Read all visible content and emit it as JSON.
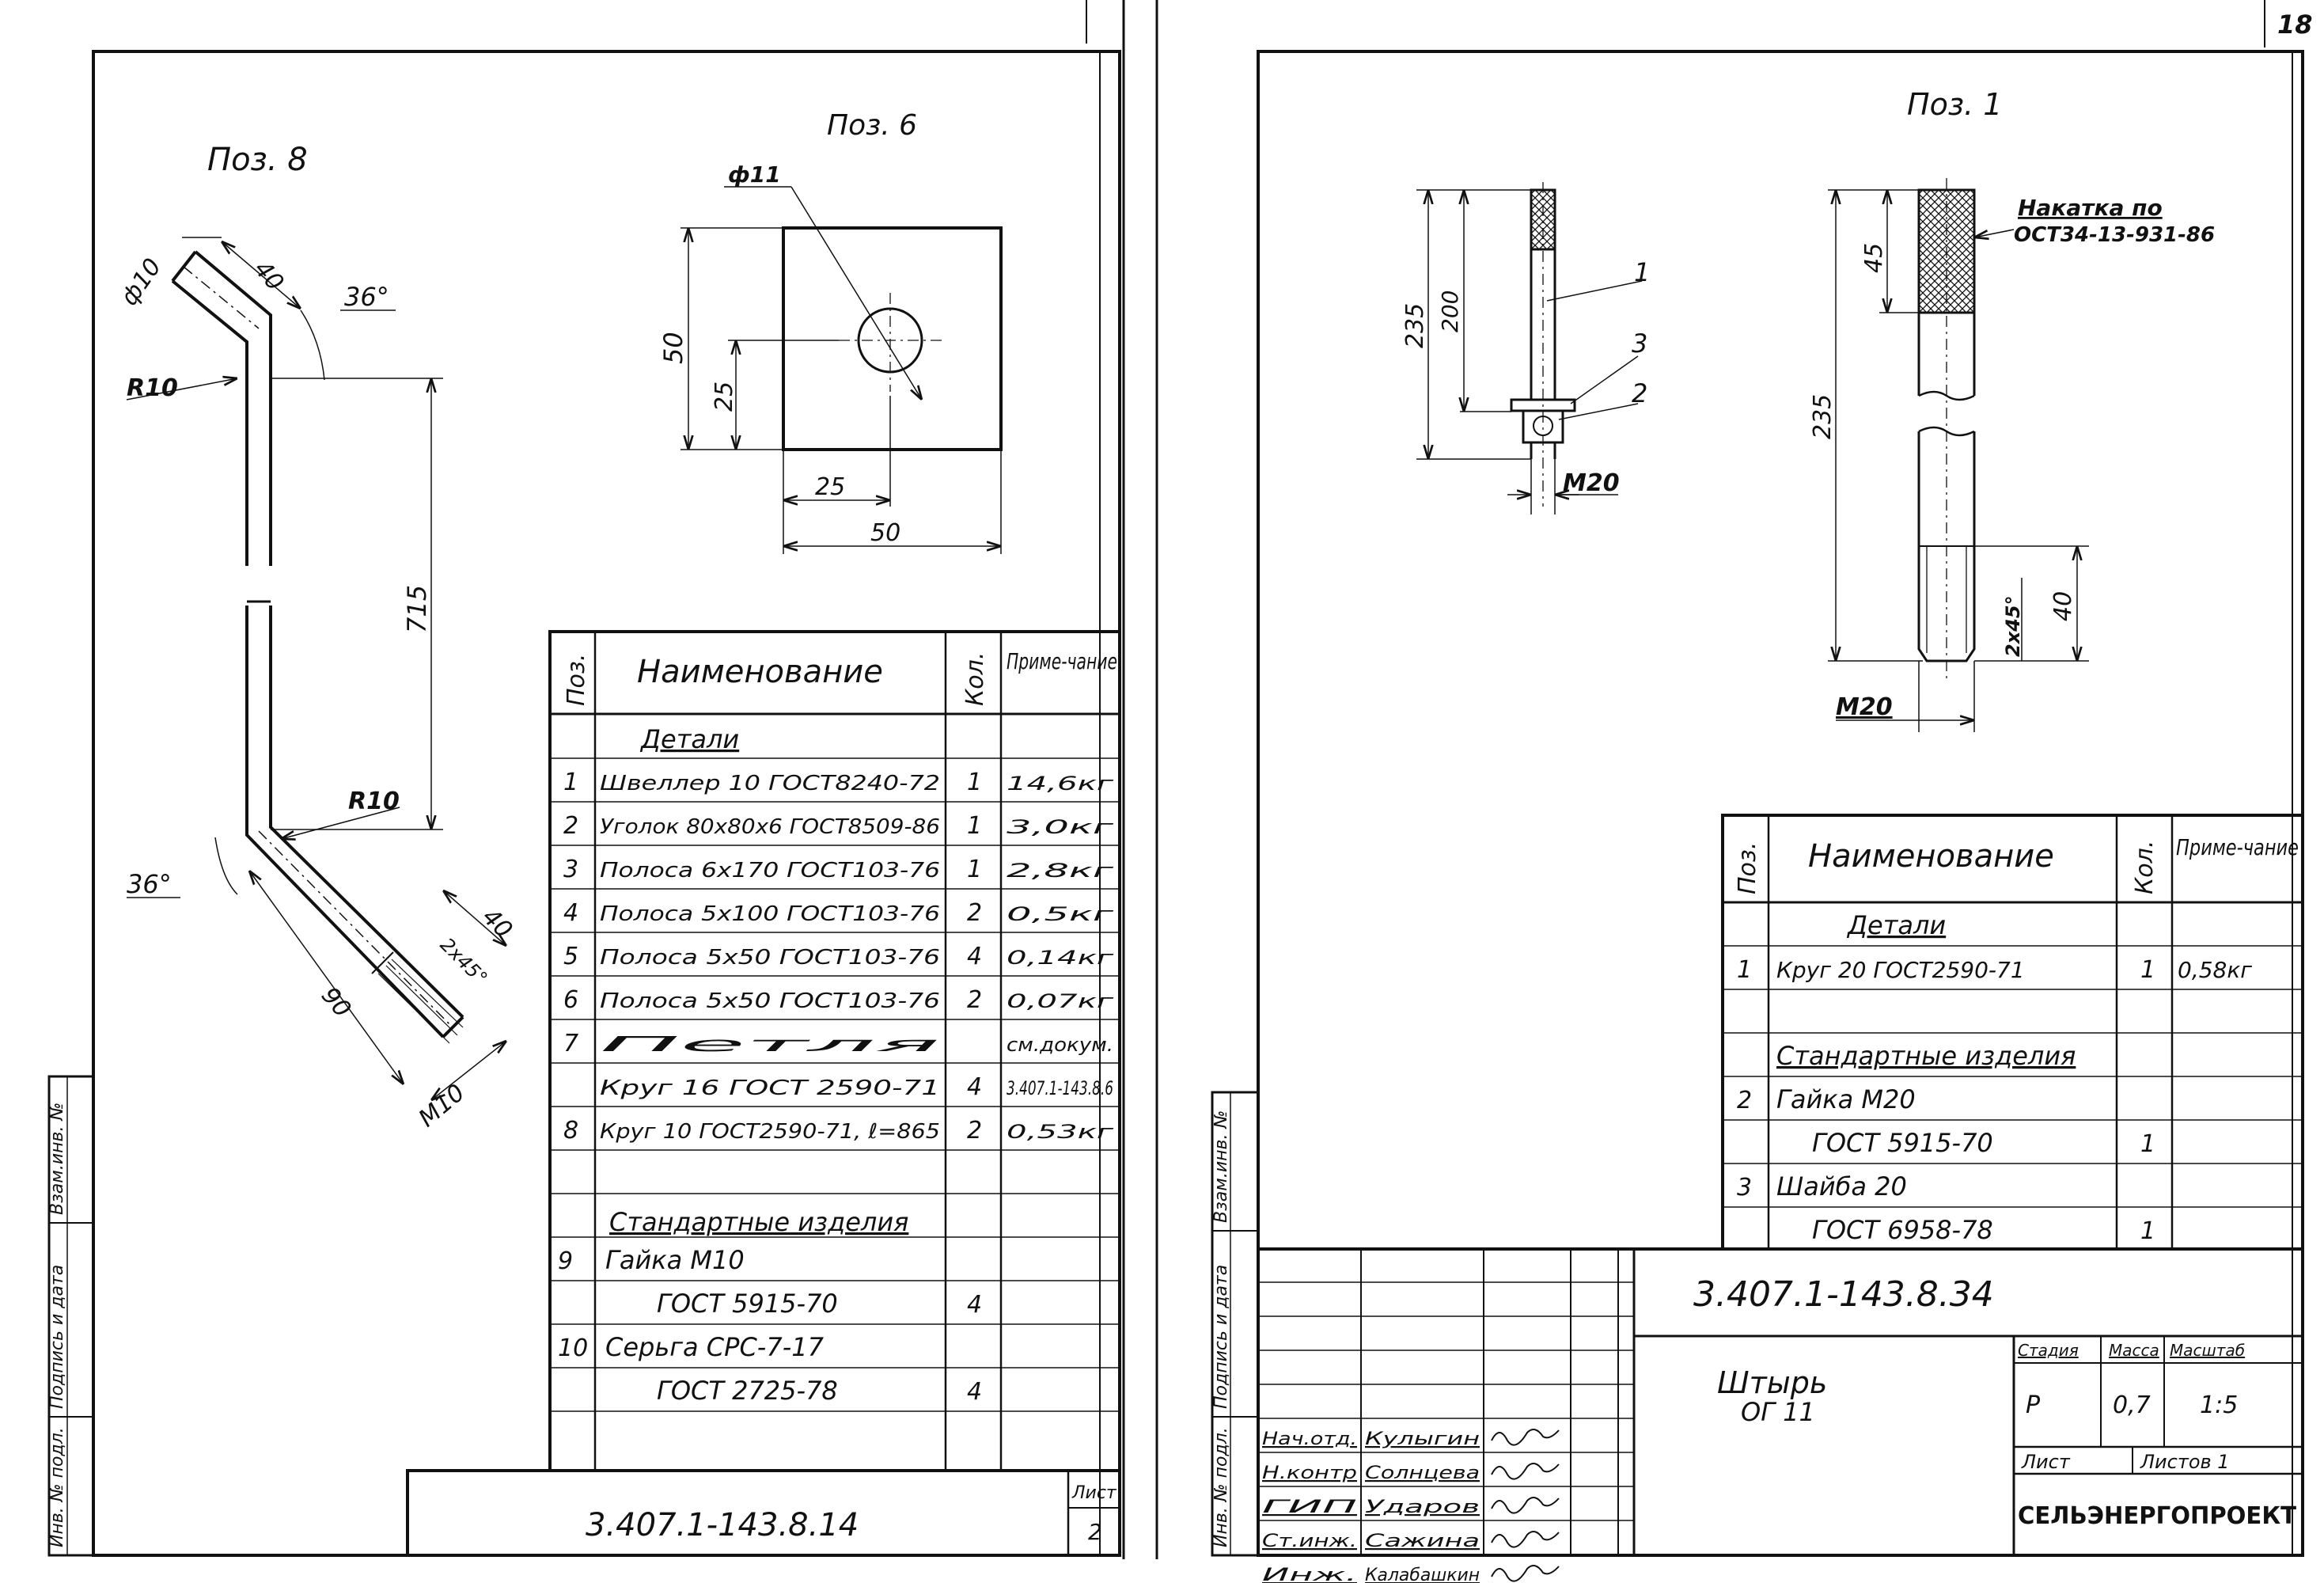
{
  "left_sheet": {
    "pos8_title": "Поз. 8",
    "pos6_title": "Поз. 6",
    "dims": {
      "d_phi10": "ф10",
      "d_40a": "40",
      "d_36a": "36°",
      "d_r10a": "R10",
      "d_715": "715",
      "d_r10b": "R10",
      "d_36b": "36°",
      "d_90": "90",
      "d_40b": "40",
      "d_chamfer": "2х45°",
      "d_m10": "М10",
      "d_phi11": "ф11",
      "d_50v": "50",
      "d_25v": "25",
      "d_25h": "25",
      "d_50h": "50"
    },
    "spec_table": {
      "headers": [
        "Поз.",
        "Наименование",
        "Кол.",
        "Приме-чание"
      ],
      "section_details": "Детали",
      "section_standard": "Стандартные изделия",
      "rows": [
        {
          "pos": "1",
          "name": "Швеллер 10 ГОСТ8240-72",
          "qty": "1",
          "note": "14,6кг"
        },
        {
          "pos": "2",
          "name": "Уголок 80х80х6 ГОСТ8509-86",
          "qty": "1",
          "note": "3,0кг"
        },
        {
          "pos": "3",
          "name": "Полоса 6х170 ГОСТ103-76",
          "qty": "1",
          "note": "2,8кг"
        },
        {
          "pos": "4",
          "name": "Полоса 5х100 ГОСТ103-76",
          "qty": "2",
          "note": "0,5кг"
        },
        {
          "pos": "5",
          "name": "Полоса 5х50 ГОСТ103-76",
          "qty": "4",
          "note": "0,14кг"
        },
        {
          "pos": "6",
          "name": "Полоса 5х50 ГОСТ103-76",
          "qty": "2",
          "note": "0,07кг"
        },
        {
          "pos": "7",
          "name": "Петля",
          "qty": "",
          "note": "см.докум."
        },
        {
          "pos": "",
          "name": "Круг 16 ГОСТ 2590-71",
          "qty": "4",
          "note": "3.407.1-143.8.6"
        },
        {
          "pos": "8",
          "name": "Круг 10 ГОСТ2590-71, ℓ=865",
          "qty": "2",
          "note": "0,53кг"
        }
      ],
      "std_rows": [
        {
          "pos": "9",
          "name": "Гайка М10",
          "qty": ""
        },
        {
          "pos": "",
          "name": "ГОСТ 5915-70",
          "qty": "4"
        },
        {
          "pos": "10",
          "name": "Серьга СРС-7-17",
          "qty": ""
        },
        {
          "pos": "",
          "name": "ГОСТ 2725-78",
          "qty": "4"
        }
      ]
    },
    "side_stamp": [
      "Инв. № подл.",
      "Подпись и дата",
      "Взам.инв. №"
    ],
    "title_block": {
      "code": "3.407.1-143.8.14",
      "sheet_label": "Лист",
      "sheet_no": "2"
    }
  },
  "right_sheet": {
    "page_no": "18",
    "pos1_title": "Поз. 1",
    "callouts": {
      "c1": "1",
      "c3": "3",
      "c2": "2"
    },
    "dims": {
      "d_235a": "235",
      "d_200": "200",
      "d_m20a": "М20",
      "d_45": "45",
      "d_235b": "235",
      "d_chamfer": "2х45°",
      "d_40": "40",
      "d_m20b": "М20"
    },
    "knurl_note_1": "Накатка по",
    "knurl_note_2": "ОСТ34-13-931-86",
    "spec_table": {
      "headers": [
        "Поз.",
        "Наименование",
        "Кол.",
        "Приме-чание"
      ],
      "section_details": "Детали",
      "section_standard": "Стандартные изделия",
      "rows": [
        {
          "pos": "1",
          "name": "Круг 20 ГОСТ2590-71",
          "qty": "1",
          "note": "0,58кг"
        }
      ],
      "std_rows": [
        {
          "pos": "2",
          "name": "Гайка М20",
          "qty": ""
        },
        {
          "pos": "",
          "name": "ГОСТ 5915-70",
          "qty": "1"
        },
        {
          "pos": "3",
          "name": "Шайба 20",
          "qty": ""
        },
        {
          "pos": "",
          "name": "ГОСТ 6958-78",
          "qty": "1"
        }
      ]
    },
    "side_stamp": [
      "Инв. № подл.",
      "Подпись и дата",
      "Взам.инв. №"
    ],
    "title_block": {
      "code": "3.407.1-143.8.34",
      "part_name_1": "Штырь",
      "part_name_2": "ОГ 11",
      "stage_label": "Стадия",
      "mass_label": "Масса",
      "scale_label": "Масштаб",
      "stage": "Р",
      "mass": "0,7",
      "scale": "1:5",
      "sheet_label": "Лист",
      "sheets_label": "Листов 1",
      "org": "СЕЛЬЭНЕРГОПРОЕКТ",
      "signers": [
        {
          "role": "Нач.отд.",
          "name": "Кулыгин"
        },
        {
          "role": "Н.контр",
          "name": "Солнцева"
        },
        {
          "role": "ГИП",
          "name": "Ударов"
        },
        {
          "role": "Ст.инж.",
          "name": "Сажина"
        },
        {
          "role": "Инж.",
          "name": "Калабашкин"
        }
      ]
    }
  }
}
